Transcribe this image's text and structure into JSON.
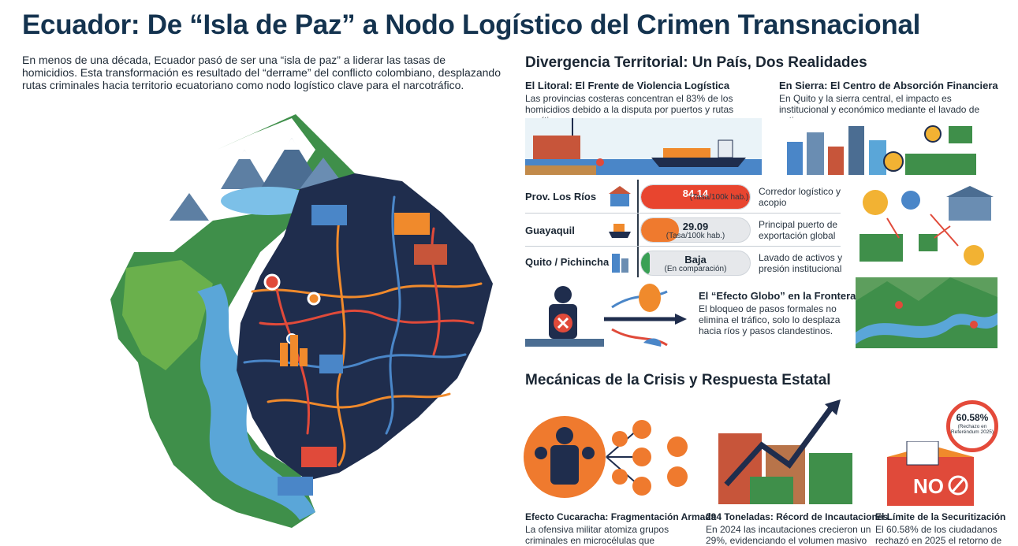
{
  "header": {
    "title": "Ecuador: De “Isla de Paz” a Nodo Logístico del Crimen Transnacional",
    "intro": "En menos de una década, Ecuador pasó de ser una “isla de paz” a liderar las tasas de homicidios. Esta transformación es resultado del “derrame” del conflicto colombiano, desplazando rutas criminales hacia territorio ecuatoriano como nodo logístico clave para el narcotráfico."
  },
  "territorial": {
    "heading": "Divergencia Territorial: Un País, Dos Realidades",
    "litoral": {
      "title": "El Litoral: El Frente de Violencia Logística",
      "text": "Las provincias costeras concentran el 83% de los homicidios debido a la disputa por puertos y rutas marítimas."
    },
    "sierra": {
      "title": "En Sierra: El Centro de Absorción Financiera",
      "text": "En Quito y la sierra central, el impacto es institucional y económico mediante el lavado de activos."
    },
    "rows": [
      {
        "label": "Prov. Los Ríos",
        "value": "84.14",
        "unit": "(Tasa/100k hab.)",
        "level": 1.0,
        "color": "#e8452f",
        "desc": "Corredor logístico y acopio"
      },
      {
        "label": "Guayaquil",
        "value": "29.09",
        "unit": "(Tasa/100k hab.)",
        "level": 0.35,
        "color": "#ef7a2e",
        "desc": "Principal puerto de exportación global"
      },
      {
        "label": "Quito / Pichincha",
        "value": "Baja",
        "unit": "(En comparación)",
        "level": 0.06,
        "color": "#3aa055",
        "desc": "Lavado de activos y presión institucional"
      }
    ],
    "globo": {
      "title": "El “Efecto Globo” en la Frontera",
      "text": "El bloqueo de pasos formales no elimina el tráfico, solo lo desplaza hacia ríos y pasos clandestinos."
    }
  },
  "mechanics": {
    "heading": "Mecánicas de la Crisis y Respuesta Estatal",
    "cards": [
      {
        "title": "Efecto Cucaracha: Fragmentación Armada",
        "text": "La ofensiva militar atomiza grupos criminales en microcélulas que subcontratan"
      },
      {
        "title": "294 Toneladas: Récord de Incautaciones",
        "text": "En 2024 las incautaciones crecieron un 29%, evidenciando el volumen masivo"
      },
      {
        "title": "El Límite de la Securitización",
        "text": "El 60.58% de los ciudadanos rechazó en 2025 el retorno de"
      }
    ],
    "badge": {
      "value": "60.58%",
      "sub": "(Rechazo en Referéndum 2025)"
    },
    "ballot_text": "NO"
  },
  "colors": {
    "title": "#14334f",
    "map_dark": "#1f2d4d",
    "route_orange": "#f08a2c",
    "route_red": "#e04a3a",
    "route_blue": "#4a86c8",
    "green": "#3f8f3f"
  }
}
